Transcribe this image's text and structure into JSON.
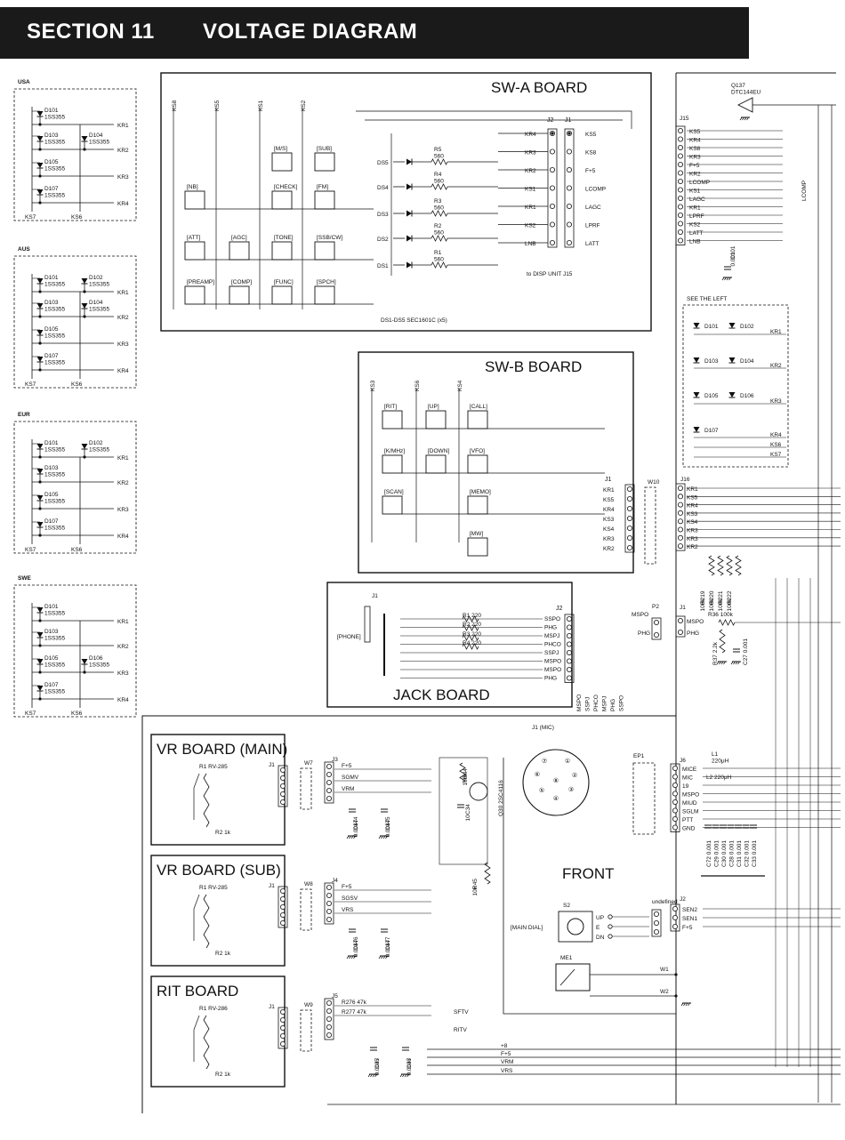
{
  "header": {
    "section": "SECTION 11",
    "title": "VOLTAGE DIAGRAM"
  },
  "variants": [
    {
      "region": "USA",
      "diodes": [
        "D101\n1SS355",
        "D103\n1SS355",
        "D104\n1SS355",
        "D105\n1SS355",
        "D107\n1SS355"
      ],
      "kr": [
        "KR1",
        "KR2",
        "KR3",
        "KR4"
      ],
      "ks": [
        "KS7",
        "KS6"
      ]
    },
    {
      "region": "AUS",
      "diodes": [
        "D101\n1SS355",
        "D102\n1SS355",
        "D103\n1SS355",
        "D104\n1SS355",
        "D105\n1SS355",
        "D107\n1SS355"
      ],
      "kr": [
        "KR1",
        "KR2",
        "KR3",
        "KR4"
      ],
      "ks": [
        "KS7",
        "KS6"
      ]
    },
    {
      "region": "EUR",
      "diodes": [
        "D101\n1SS355",
        "D102\n1SS355",
        "D103\n1SS355",
        "D105\n1SS355",
        "D107\n1SS355"
      ],
      "kr": [
        "KR1",
        "KR2",
        "KR3",
        "KR4"
      ],
      "ks": [
        "KS7",
        "KS6"
      ]
    },
    {
      "region": "SWE",
      "diodes": [
        "D101\n1SS355",
        "D103\n1SS355",
        "D105\n1SS355",
        "D106\n1SS355",
        "D107\n1SS355"
      ],
      "kr": [
        "KR1",
        "KR2",
        "KR3",
        "KR4"
      ],
      "ks": [
        "KS7",
        "KS6"
      ]
    }
  ],
  "swa": {
    "title": "SW-A  BOARD",
    "ks_labels": [
      "KS8",
      "KS5",
      "KS1",
      "KS2"
    ],
    "switches": [
      "[NB]",
      "[ATT]",
      "[AGC]",
      "[M/S]",
      "[SUB]",
      "[CHECK]",
      "[FM]",
      "[TONE]",
      "[SSB/CW]",
      "[PREAMP]",
      "[COMP]",
      "[FUNC]",
      "[SPCH]"
    ],
    "leds": [
      "DS5",
      "DS4",
      "DS3",
      "DS2",
      "DS1"
    ],
    "resistors": [
      "R5\n560",
      "R4\n560",
      "R3\n560",
      "R2\n560",
      "R1\n560"
    ],
    "j2_label": "J2",
    "j1_label": "J1",
    "j2_pins": [
      "KR4",
      "KR3",
      "KR2",
      "KS1",
      "KR1",
      "KS2",
      "LNB"
    ],
    "j1_pins": [
      "KS5",
      "KS8",
      "F+5",
      "LCOMP",
      "LAGC",
      "LPRF",
      "LATT"
    ],
    "note": "to DISP UNIT J15",
    "footnote": "DS1-DS5 SEC1601C (x5)"
  },
  "swb": {
    "title": "SW-B  BOARD",
    "ks_labels": [
      "KS3",
      "KS6",
      "KS4"
    ],
    "switches": [
      "[RIT]",
      "[UP]",
      "[CALL]",
      "[K/MHz]",
      "[DOWN]",
      "[VFO]",
      "[SCAN]",
      "[MEMO]",
      "[MW]"
    ],
    "j1_label": "J1",
    "j1_pins": [
      "KR1",
      "KS5",
      "KR4",
      "KS3",
      "KS4",
      "KR3",
      "KR2"
    ],
    "w10": "W10"
  },
  "jack": {
    "title": "JACK  BOARD",
    "j1_label": "J1",
    "j2_label": "J2",
    "phone": "[PHONE]",
    "resistors": [
      "R1  220",
      "R2  220",
      "R3  220",
      "R4  220"
    ],
    "j2_pins": [
      "SSPO",
      "PHG",
      "MSPJ",
      "PHCO",
      "SSPJ",
      "MSPO",
      "MSPO",
      "PHG"
    ],
    "bottom_pins": [
      "MSPO",
      "SSPJ",
      "PHCO",
      "MSPJ",
      "PHG",
      "SSPO"
    ],
    "p2": "P2",
    "p2_pins": [
      "MSPO",
      "PHG"
    ]
  },
  "front": {
    "title": "FRONT",
    "vr_main": {
      "title": "VR  BOARD (MAIN)",
      "r1": "R1  RV-285",
      "r2": "R2  1k"
    },
    "vr_sub": {
      "title": "VR  BOARD (SUB)",
      "r1": "R1  RV-285",
      "r2": "R2  1k"
    },
    "rit": {
      "title": "RIT  BOARD",
      "r1": "R1  RV-286",
      "r2": "R2  1k"
    },
    "w7": "W7",
    "w8": "W8",
    "w9": "W9",
    "j3": "J3",
    "j3_pins": [
      "F+5",
      "SGMV",
      "VRM"
    ],
    "j4": "J4",
    "j4_pins": [
      "F+5",
      "SGSV",
      "VRS"
    ],
    "j5": "J5",
    "j5_pins": [
      "R276  47k",
      "R277  47k"
    ],
    "sftv": "SFTV",
    "ritv": "RITV",
    "caps_j3": [
      "C144\n0.0047",
      "C145\n0.0047"
    ],
    "caps_j4": [
      "C146\n0.0047",
      "C147\n0.0047"
    ],
    "caps_j5": [
      "C35\n0.0047",
      "C36\n0.0047"
    ],
    "r44": "R44\n100k",
    "c34": "C34\n10",
    "q30": "Q30 2SC4116",
    "r45": "R45\n10k",
    "mic": "J1 (MIC)",
    "ep1": "EP1",
    "mic_pins": [
      "①",
      "②",
      "③",
      "④",
      "⑤",
      "⑥",
      "⑦",
      "⑧"
    ],
    "s2": "S2",
    "s2_pins": [
      "UP",
      "E",
      "DN"
    ],
    "main_dial": "[MAIN DIAL]",
    "me1": "ME1",
    "bus": [
      "+8",
      "F+5",
      "VRM",
      "VRS"
    ]
  },
  "right": {
    "q137": "Q137\nDTC144EU",
    "lcomp": "LCOMP",
    "j15": "J15",
    "j15_pins": [
      "KS5",
      "KR4",
      "KS8",
      "KR3",
      "F+5",
      "KR2",
      "LCOMP",
      "KS1",
      "LAGC",
      "KR1",
      "LPRF",
      "KS2",
      "LATT",
      "LNB"
    ],
    "c101": "C101\n0.001",
    "see_left": "SEE THE LEFT",
    "diodes": [
      "D101",
      "D102",
      "D103",
      "D104",
      "D105",
      "D106",
      "D107"
    ],
    "kr": [
      "KR1",
      "KR2",
      "KR3",
      "KR4",
      "KS6",
      "KS7"
    ],
    "j16": "J16",
    "j16_pins": [
      "KR1",
      "KS5",
      "KR4",
      "KS3",
      "KS4",
      "KR3",
      "KR3",
      "KR2"
    ],
    "rr": [
      "R219\n100k",
      "R220\n100k",
      "R221\n100k",
      "R222\n100k"
    ],
    "j1": "J1",
    "j1_pins": [
      "MSPO",
      "PHG"
    ],
    "r36": "R36  100k",
    "r37": "R37  2.2k",
    "c27": "C27  0.001",
    "j6": "J6",
    "j6_pins": [
      "MICE",
      "MIC",
      "19",
      "MSPO",
      "MIUD",
      "SGLM",
      "PTT",
      "GND"
    ],
    "l1": "L1\n220μH",
    "l2": "L2    220μH",
    "j6_caps": [
      "C72 0.001",
      "C29 0.001",
      "C30 0.001",
      "C28 0.001",
      "C31 0.001",
      "C32 0.001",
      "C33 0.001"
    ],
    "j2": "J2",
    "j2_pins": [
      "SEN2",
      "SEN1",
      "F+5"
    ],
    "w1": "W1",
    "w2": "W2"
  }
}
